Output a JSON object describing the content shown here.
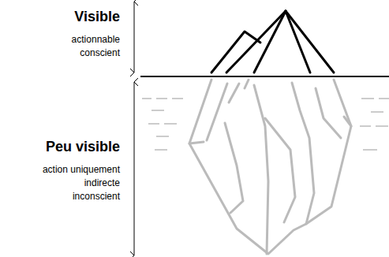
{
  "diagram": {
    "labels": [
      "Visible",
      "actionnable conscient",
      "Peu visible",
      "action uniquement indirecte inconscient"
    ]
  }
}
